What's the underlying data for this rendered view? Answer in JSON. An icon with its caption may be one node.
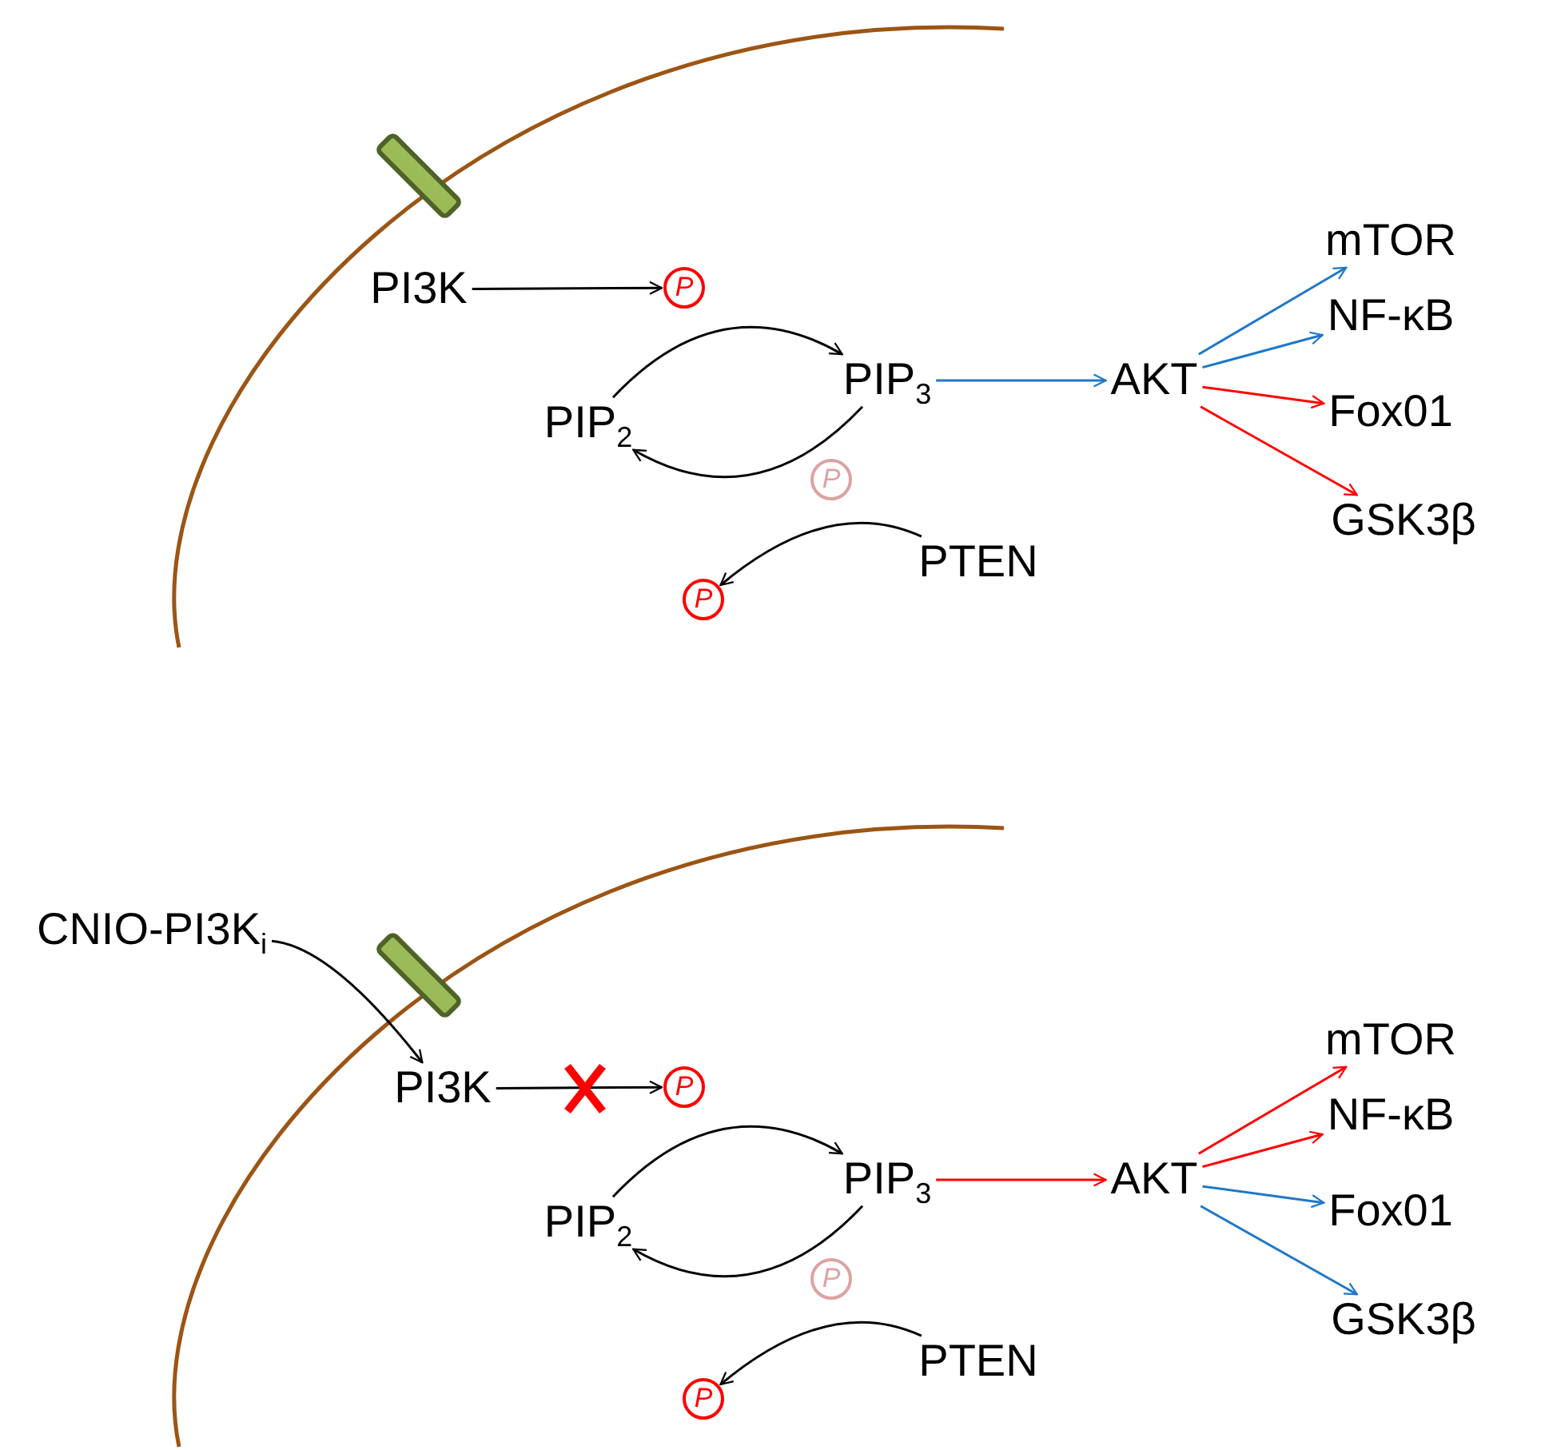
{
  "diagram": {
    "nodes": [
      {
        "text": [
          "PI3K"
        ]
      },
      {
        "text": [
          "P"
        ]
      },
      {
        "text": [
          "PIP$_{2}$"
        ]
      },
      {
        "text": [
          "PIP$_{3}$"
        ]
      },
      {
        "text": [
          "P"
        ]
      },
      {
        "text": [
          "PTEN"
        ]
      },
      {
        "text": [
          "P"
        ]
      },
      {
        "text": [
          "AKT"
        ]
      },
      {
        "text": [
          "mTOR"
        ]
      },
      {
        "text": [
          "NF-κB"
        ]
      },
      {
        "text": [
          "Fox01"
        ]
      },
      {
        "text": [
          "GSK3β"
        ]
      },
      {
        "text": [
          "CNIO-PI3K$_{i}$"
        ]
      },
      {
        "text": [
          "PI3K"
        ]
      },
      {
        "text": [
          "P"
        ]
      },
      {
        "text": [
          "PIP$_{2}$"
        ]
      },
      {
        "text": [
          "PIP$_{3}$"
        ]
      },
      {
        "text": [
          "P"
        ]
      },
      {
        "text": [
          "PTEN"
        ]
      },
      {
        "text": [
          "P"
        ]
      },
      {
        "text": [
          "AKT"
        ]
      },
      {
        "text": [
          "mTOR"
        ]
      },
      {
        "text": [
          "NF-κB"
        ]
      },
      {
        "text": [
          "Fox01"
        ]
      },
      {
        "text": [
          "GSK3β"
        ]
      }
    ],
    "edges": [
      {
        "from": 0,
        "to": 1,
        "arrow": "to"
      },
      {
        "from": 2,
        "to": 3,
        "arrow": "to"
      },
      {
        "from": 3,
        "to": 2,
        "arrow": "to"
      },
      {
        "from": 5,
        "to": 6,
        "arrow": "to"
      },
      {
        "from": 3,
        "to": 7,
        "arrow": "to",
        "color": "#1f78c8"
      },
      {
        "from": 7,
        "to": 8,
        "arrow": "to",
        "color": "#1f78c8"
      },
      {
        "from": 7,
        "to": 9,
        "arrow": "to",
        "color": "#1f78c8"
      },
      {
        "from": 7,
        "to": 10,
        "arrow": "to",
        "color": "#ff0000"
      },
      {
        "from": 7,
        "to": 11,
        "arrow": "to",
        "color": "#ff0000"
      },
      {
        "from": 12,
        "to": 13,
        "arrow": "to"
      },
      {
        "from": 13,
        "to": 14,
        "arrow": "to"
      },
      {
        "from": 15,
        "to": 16,
        "arrow": "to"
      },
      {
        "from": 16,
        "to": 15,
        "arrow": "to"
      },
      {
        "from": 18,
        "to": 19,
        "arrow": "to"
      },
      {
        "from": 16,
        "to": 20,
        "arrow": "to",
        "color": "#ff0000"
      },
      {
        "from": 20,
        "to": 21,
        "arrow": "to",
        "color": "#ff0000"
      },
      {
        "from": 20,
        "to": 22,
        "arrow": "to",
        "color": "#ff0000"
      },
      {
        "from": 20,
        "to": 23,
        "arrow": "to",
        "color": "#1f78c8"
      },
      {
        "from": 20,
        "to": 24,
        "arrow": "to",
        "color": "#1f78c8"
      }
    ]
  }
}
